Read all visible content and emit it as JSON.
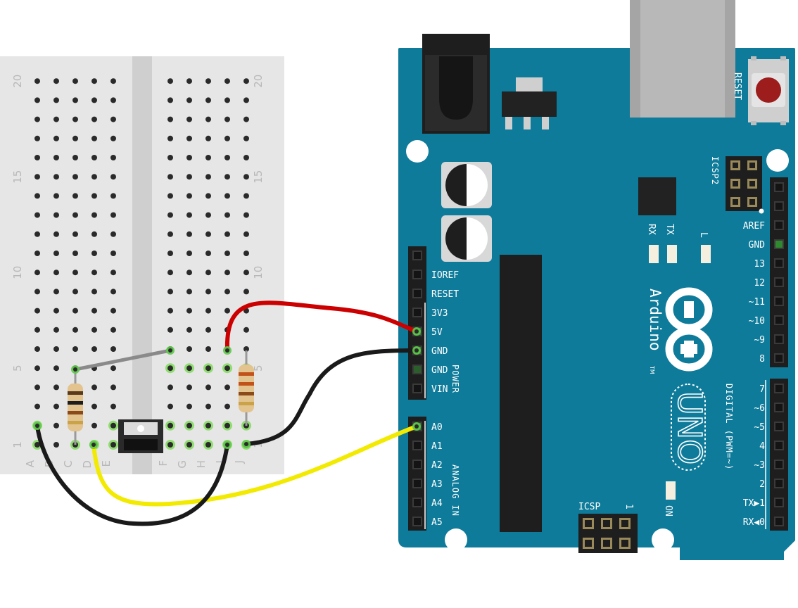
{
  "breadboard": {
    "row_numbers": [
      "1",
      "5",
      "10",
      "15",
      "20"
    ],
    "column_letters": [
      "A",
      "B",
      "C",
      "D",
      "E",
      "F",
      "G",
      "H",
      "I",
      "J"
    ],
    "row_count": 20
  },
  "board": {
    "brand": "Arduino",
    "trademark": "TM",
    "model": "UNO",
    "reset_label": "RESET",
    "icsp2_label": "ICSP2",
    "icsp_label": "ICSP",
    "icsp_pin1": "1",
    "led_labels": {
      "rx": "RX",
      "tx": "TX",
      "l": "L",
      "on": "ON"
    },
    "power_header": {
      "group_label": "POWER",
      "pins": [
        "",
        "IOREF",
        "RESET",
        "3V3",
        "5V",
        "GND",
        "GND",
        "VIN"
      ]
    },
    "analog_header": {
      "group_label": "ANALOG IN",
      "pins": [
        "A0",
        "A1",
        "A2",
        "A3",
        "A4",
        "A5"
      ]
    },
    "digital_label": "DIGITAL (PWM=~)",
    "digital_high": [
      "",
      "",
      "AREF",
      "GND",
      "13",
      "12",
      "~11",
      "~10",
      "~9",
      "8"
    ],
    "digital_low": [
      "7",
      "~6",
      "~5",
      "4",
      "~3",
      "2",
      "TX▶1",
      "RX◀0"
    ]
  },
  "wires": [
    {
      "name": "red-5v-wire",
      "color": "#cc0000"
    },
    {
      "name": "black-gnd-wire",
      "color": "#1a1a1a"
    },
    {
      "name": "yellow-a0-wire",
      "color": "#f2ea00"
    },
    {
      "name": "black-loop-wire",
      "color": "#1a1a1a"
    },
    {
      "name": "grey-jumper-wire",
      "color": "#8a8a8a"
    }
  ],
  "colors": {
    "board": "#0f7b9a",
    "breadboard": "#e6e6e6",
    "header": "#1e1e1e"
  }
}
